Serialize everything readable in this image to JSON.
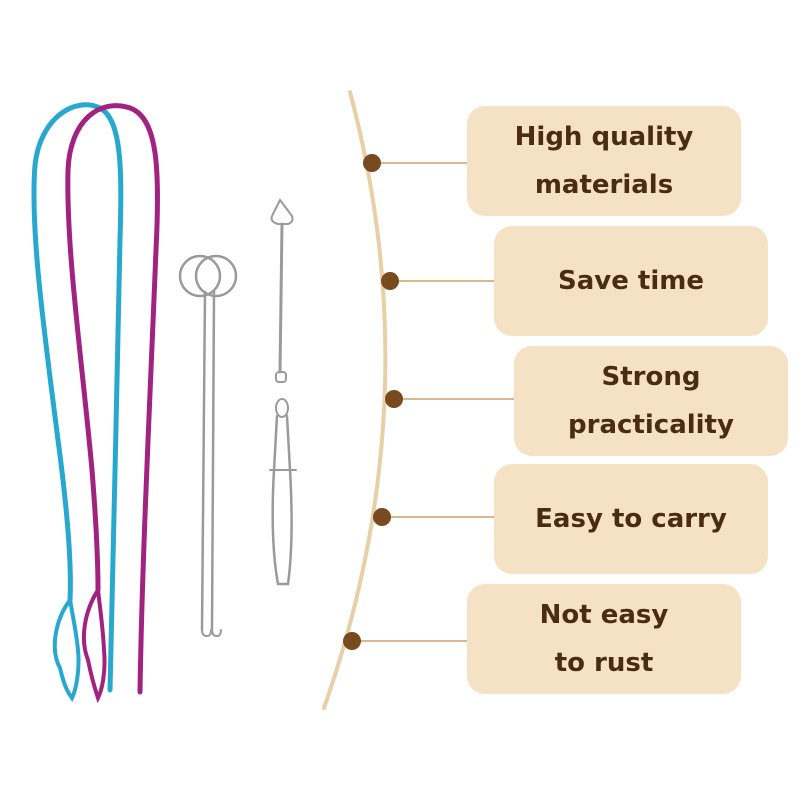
{
  "features": [
    {
      "lines": [
        "High quality",
        "materials"
      ]
    },
    {
      "lines": [
        "Save time"
      ]
    },
    {
      "lines": [
        "Strong",
        "practicality"
      ]
    },
    {
      "lines": [
        "Easy to carry"
      ]
    },
    {
      "lines": [
        "Not easy",
        "to rust"
      ]
    }
  ],
  "colors": {
    "background": "#ffffff",
    "feature_box": "#f5e2c5",
    "feature_text": "#4a2c12",
    "timeline": "#e8cfa6",
    "timeline_dot": "#7a4a1f",
    "threader_blue": "#29a8cf",
    "threader_purple": "#a1237f",
    "metal": "#9a9a9a"
  },
  "icons": {
    "products": [
      "blue-plastic-threader-icon",
      "purple-plastic-threader-icon",
      "twin-ring-latch-hook-icon",
      "bodkin-needle-icon",
      "tweezer-bodkin-icon"
    ]
  }
}
